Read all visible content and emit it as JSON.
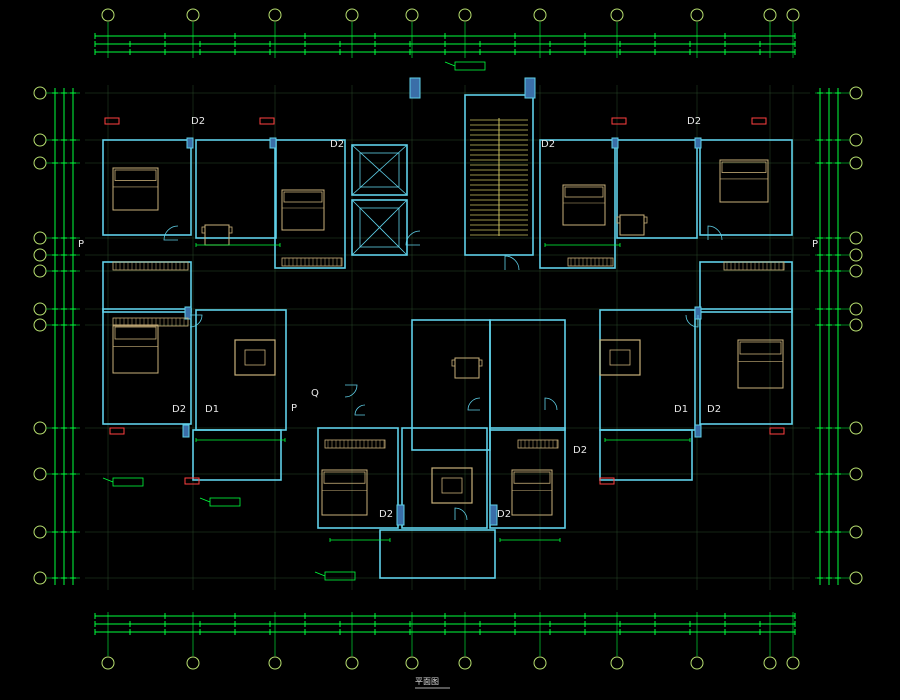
{
  "drawing": {
    "colors": {
      "background": "#000000",
      "dimension": "#00ff3c",
      "wall": "#5fd0e8",
      "wall_fill": "#3a6ea8",
      "furniture": "#c8b07a",
      "axis": "#b8e070",
      "text": "#e8e8e8",
      "door": "#ff4040"
    },
    "labels": {
      "d2_tl": "D2",
      "d2_tc": "D2",
      "d2_tcr": "D2",
      "d2_tr": "D2",
      "p_left": "P",
      "p_right": "P",
      "d2_ml": "D2",
      "d1_ml": "D1",
      "p_mid": "P",
      "q_mid": "Q",
      "d1_mr": "D1",
      "d2_mr": "D2",
      "d2_cr": "D2",
      "d2_bl": "D2",
      "d2_bc": "D2"
    },
    "caption": "平面图"
  }
}
